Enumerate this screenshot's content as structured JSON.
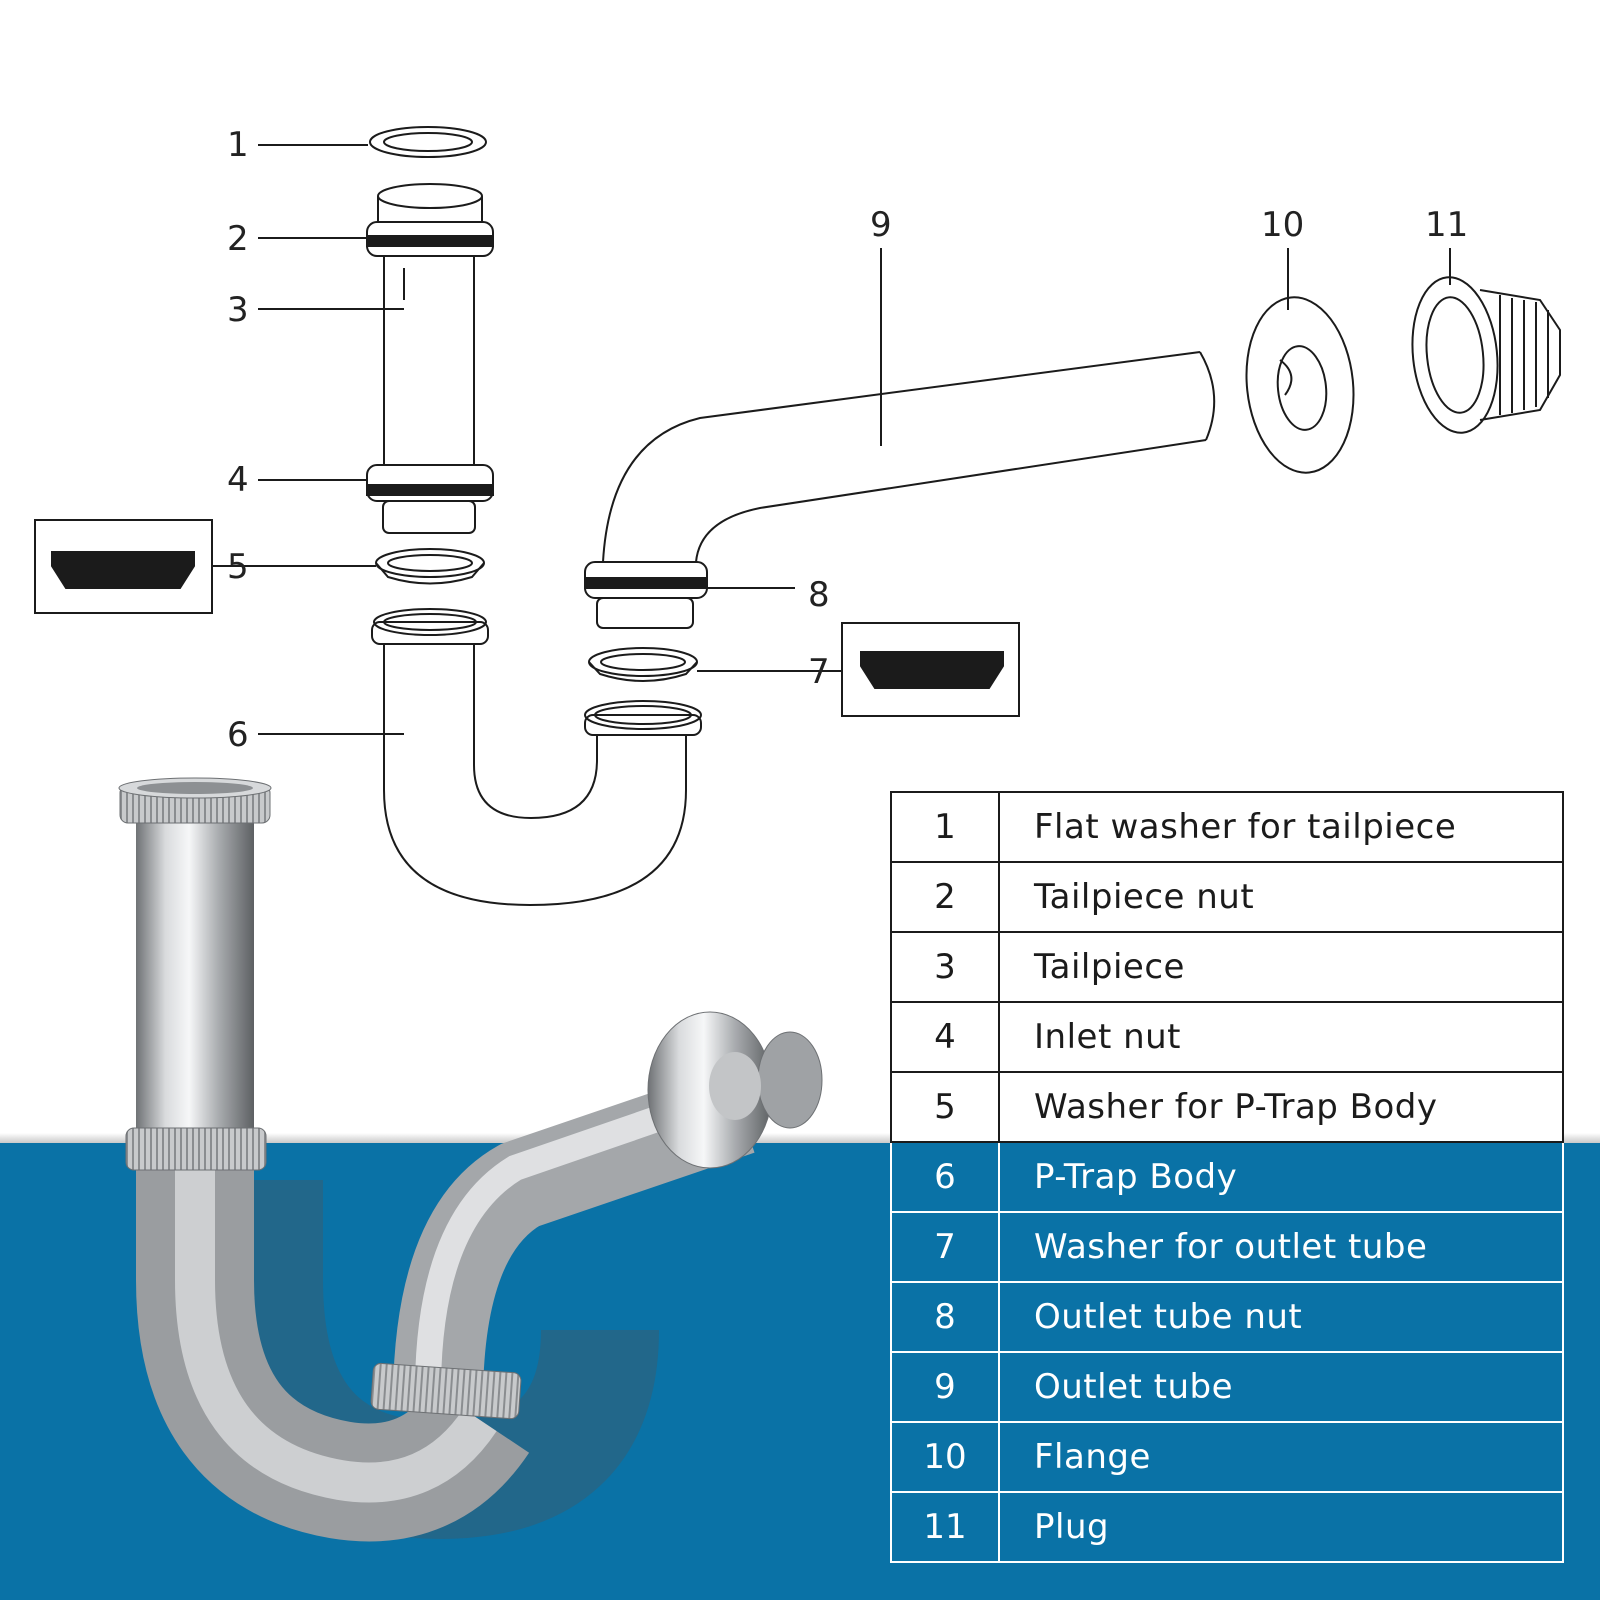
{
  "colors": {
    "band": "#0a72a6",
    "line": "#1b1b1b",
    "steel": "#b9bcbf"
  },
  "callouts": [
    "1",
    "2",
    "3",
    "4",
    "5",
    "6",
    "7",
    "8",
    "9",
    "10",
    "11"
  ],
  "parts": [
    {
      "num": "1",
      "label": "Flat washer for tailpiece"
    },
    {
      "num": "2",
      "label": "Tailpiece nut"
    },
    {
      "num": "3",
      "label": "Tailpiece"
    },
    {
      "num": "4",
      "label": "Inlet nut"
    },
    {
      "num": "5",
      "label": "Washer for P-Trap Body"
    },
    {
      "num": "6",
      "label": "P-Trap Body"
    },
    {
      "num": "7",
      "label": "Washer for outlet tube"
    },
    {
      "num": "8",
      "label": "Outlet tube nut"
    },
    {
      "num": "9",
      "label": "Outlet tube"
    },
    {
      "num": "10",
      "label": "Flange"
    },
    {
      "num": "11",
      "label": "Plug"
    }
  ]
}
